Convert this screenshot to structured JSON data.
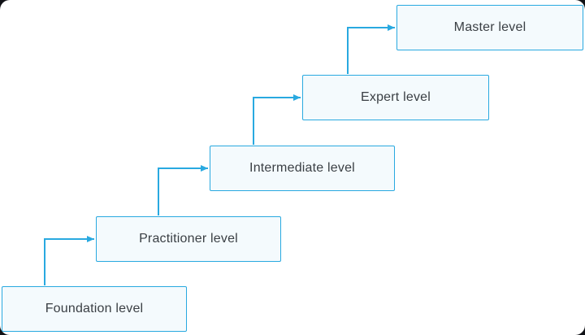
{
  "diagram": {
    "type": "staircase-flow",
    "levels": [
      {
        "label": "Foundation level"
      },
      {
        "label": "Practitioner level"
      },
      {
        "label": "Intermediate level"
      },
      {
        "label": "Expert level"
      },
      {
        "label": "Master level"
      }
    ],
    "connections": [
      {
        "from": "Foundation level",
        "to": "Practitioner level"
      },
      {
        "from": "Practitioner level",
        "to": "Intermediate level"
      },
      {
        "from": "Intermediate level",
        "to": "Expert level"
      },
      {
        "from": "Expert level",
        "to": "Master level"
      }
    ],
    "colors": {
      "accent": "#29a9e0",
      "box_background": "#f4fafd",
      "text": "#3a3f44",
      "canvas_background": "#ffffff"
    }
  }
}
